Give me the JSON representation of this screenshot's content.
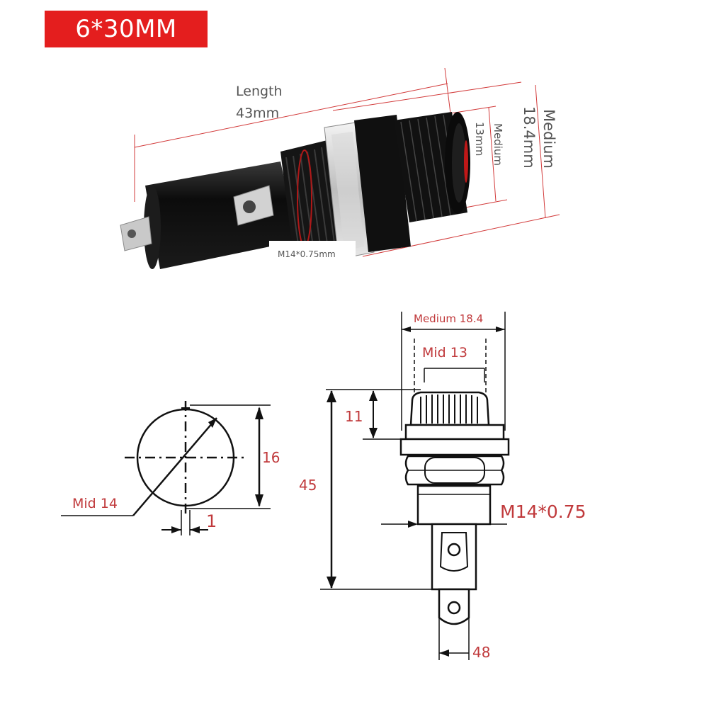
{
  "title": "6*30MM",
  "photo": {
    "length_label": "Length",
    "length_value": "43mm",
    "medium_label": "Medium",
    "medium_value": "18.4mm",
    "inner_medium_label": "Medium",
    "inner_medium_value": "13mm",
    "thread_label": "M14*0.75mm"
  },
  "drawing": {
    "circle_height": "16",
    "circle_diameter": "Mid 14",
    "circle_flat": "1",
    "outer_width": "Medium 18.4",
    "inner_width": "Mid 13",
    "cap_height": "11",
    "total_height": "45",
    "thread": "M14*0.75",
    "terminal": "48"
  },
  "colors": {
    "badge": "#e41e1e",
    "dimension_red": "#c0393b",
    "line_black": "#111111"
  }
}
